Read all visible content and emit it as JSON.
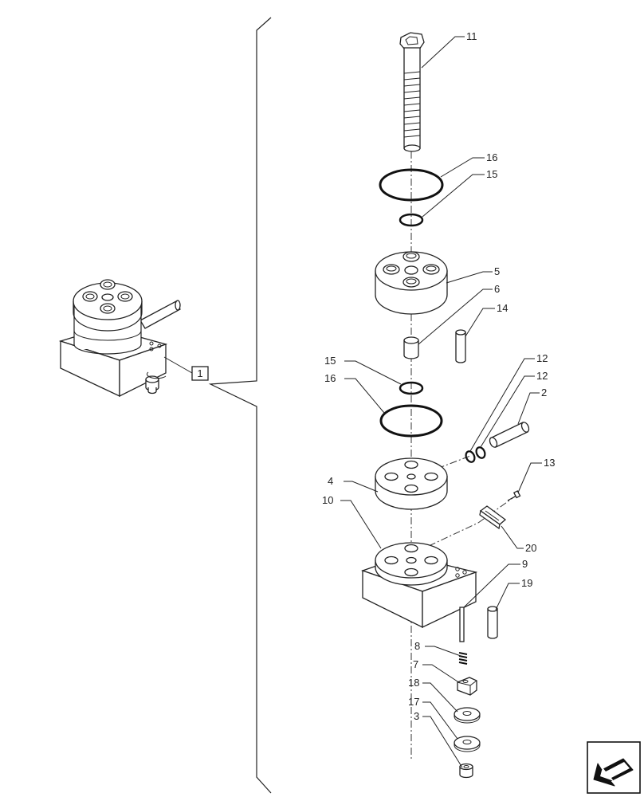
{
  "callouts": {
    "c1": "1",
    "c11": "11",
    "c16a": "16",
    "c15a": "15",
    "c5": "5",
    "c6": "6",
    "c14": "14",
    "c15b": "15",
    "c16b": "16",
    "c12a": "12",
    "c12b": "12",
    "c2": "2",
    "c13": "13",
    "c4": "4",
    "c10": "10",
    "c20": "20",
    "c9": "9",
    "c19": "19",
    "c8": "8",
    "c7": "7",
    "c18": "18",
    "c17": "17",
    "c3": "3"
  },
  "icons": {
    "nav": "back-arrow-icon"
  }
}
